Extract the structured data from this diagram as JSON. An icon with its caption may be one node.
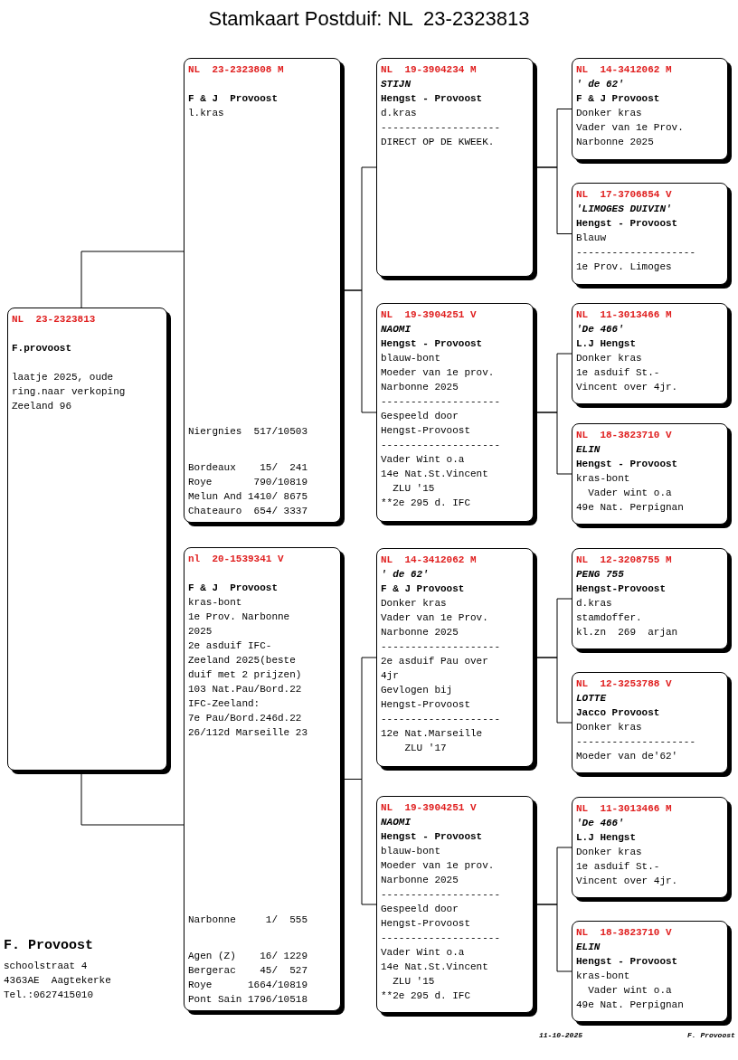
{
  "diagram": {
    "title": "Stamkaart Postduif: NL  23-2323813",
    "nodes": [
      {
        "text": [
          "NL  23-2323813",
          "F.provoost",
          "laatje 2025, oude",
          "ring.naar verkoping",
          "Zeeland 96"
        ]
      },
      {
        "text": [
          "NL  23-2323808 M",
          "F & J  Provoost",
          "l.kras",
          "Niergnies  517/10503",
          "Bordeaux    15/  241",
          "Roye       790/10819",
          "Melun And 1410/ 8675",
          "Chateauro  654/ 3337"
        ]
      },
      {
        "text": [
          "nl  20-1539341 V",
          "F & J  Provoost",
          "kras-bont",
          "1e Prov. Narbonne",
          "2025",
          "2e asduif IFC-",
          "Zeeland 2025(beste",
          "duif met 2 prijzen)",
          "103 Nat.Pau/Bord.22",
          "IFC-Zeeland:",
          "7e Pau/Bord.246d.22",
          "26/112d Marseille 23",
          "Narbonne     1/  555",
          "Agen (Z)    16/ 1229",
          "Bergerac    45/  527",
          "Roye      1664/10819",
          "Pont Sain 1796/10518"
        ]
      },
      {
        "text": [
          "NL  19-3904234 M",
          "STIJN",
          "Hengst - Provoost",
          "d.kras",
          "--------------------",
          "DIRECT OP DE KWEEK."
        ]
      },
      {
        "text": [
          "NL  19-3904251 V",
          "NAOMI",
          "Hengst - Provoost",
          "blauw-bont",
          "Moeder van 1e prov.",
          "Narbonne 2025",
          "--------------------",
          "Gespeeld door",
          "Hengst-Provoost",
          "--------------------",
          "Vader Wint o.a",
          "14e Nat.St.Vincent",
          "  ZLU '15",
          "**2e 295 d. IFC"
        ]
      },
      {
        "text": [
          "NL  14-3412062 M",
          "' de 62'",
          "F & J Provoost",
          "Donker kras",
          "Vader van 1e Prov.",
          "Narbonne 2025",
          "--------------------",
          "2e asduif Pau over",
          "4jr",
          "Gevlogen bij",
          "Hengst-Provoost",
          "--------------------",
          "12e Nat.Marseille",
          "    ZLU '17"
        ]
      },
      {
        "text": [
          "NL  19-3904251 V",
          "NAOMI",
          "Hengst - Provoost",
          "blauw-bont",
          "Moeder van 1e prov.",
          "Narbonne 2025",
          "--------------------",
          "Gespeeld door",
          "Hengst-Provoost",
          "--------------------",
          "Vader Wint o.a",
          "14e Nat.St.Vincent",
          "  ZLU '15",
          "**2e 295 d. IFC"
        ]
      },
      {
        "text": [
          "NL  14-3412062 M",
          "' de 62'",
          "F & J Provoost",
          "Donker kras",
          "Vader van 1e Prov.",
          "Narbonne 2025"
        ]
      },
      {
        "text": [
          "NL  17-3706854 V",
          "'LIMOGES DUIVIN'",
          "Hengst - Provoost",
          "Blauw",
          "--------------------",
          "1e Prov. Limoges"
        ]
      },
      {
        "text": [
          "NL  11-3013466 M",
          "'De 466'",
          "L.J Hengst",
          "Donker kras",
          "1e asduif St.-",
          "Vincent over 4jr."
        ]
      },
      {
        "text": [
          "NL  18-3823710 V",
          "ELIN",
          "Hengst - Provoost",
          "kras-bont",
          "  Vader wint o.a",
          "49e Nat. Perpignan"
        ]
      },
      {
        "text": [
          "NL  12-3208755 M",
          "PENG 755",
          "Hengst-Provoost",
          "d.kras",
          "stamdoffer.",
          "kl.zn  269  arjan"
        ]
      },
      {
        "text": [
          "NL  12-3253788 V",
          "LOTTE",
          "Jacco Provoost",
          "Donker kras",
          "--------------------",
          "Moeder van de'62'"
        ]
      },
      {
        "text": [
          "NL  11-3013466 M",
          "'De 466'",
          "L.J Hengst",
          "Donker kras",
          "1e asduif St.-",
          "Vincent over 4jr."
        ]
      },
      {
        "text": [
          "NL  18-3823710 V",
          "ELIN",
          "Hengst - Provoost",
          "kras-bont",
          "  Vader wint o.a",
          "49e Nat. Perpignan"
        ]
      }
    ],
    "edges": [
      {
        "from": 0,
        "to": 1,
        "arrow": "none"
      },
      {
        "from": 0,
        "to": 2,
        "arrow": "none"
      },
      {
        "from": 1,
        "to": 3,
        "arrow": "none"
      },
      {
        "from": 1,
        "to": 4,
        "arrow": "none"
      },
      {
        "from": 2,
        "to": 5,
        "arrow": "none"
      },
      {
        "from": 2,
        "to": 6,
        "arrow": "none"
      },
      {
        "from": 3,
        "to": 7,
        "arrow": "none"
      },
      {
        "from": 3,
        "to": 8,
        "arrow": "none"
      },
      {
        "from": 4,
        "to": 9,
        "arrow": "none"
      },
      {
        "from": 4,
        "to": 10,
        "arrow": "none"
      },
      {
        "from": 5,
        "to": 11,
        "arrow": "none"
      },
      {
        "from": 5,
        "to": 12,
        "arrow": "none"
      },
      {
        "from": 6,
        "to": 13,
        "arrow": "none"
      },
      {
        "from": 6,
        "to": 14,
        "arrow": "none"
      }
    ],
    "labels": [
      "F. Provoost",
      "schoolstraat 4",
      "4363AE  Aagtekerke",
      "Tel.:0627415010",
      "11-10-2025",
      "F. Provoost"
    ]
  }
}
